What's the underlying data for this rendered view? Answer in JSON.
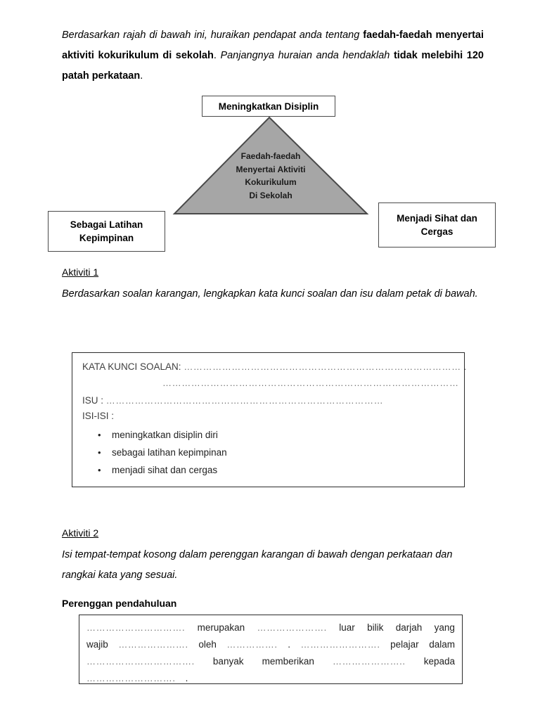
{
  "intro": {
    "part1_italic": "Berdasarkan rajah di bawah ini, huraikan pendapat anda tentang",
    "part2_bold": "faedah-faedah menyertai aktiviti kokurikulum di sekolah",
    "part3_period": ".",
    "part4_italic": "Panjangnya huraian anda hendaklah",
    "part5_bold": "tidak melebihi 120 patah perkataan",
    "part6_period": "."
  },
  "diagram": {
    "center_label": "Faedah-faedah\nMenyertai Aktiviti\nKokurikulum\nDi Sekolah",
    "center_line1": "Faedah-faedah",
    "center_line2": "Menyertai Aktiviti",
    "center_line3": "Kokurikulum",
    "center_line4": "Di Sekolah",
    "box_top": "Meningkatkan Disiplin",
    "box_left_line1": "Sebagai Latihan",
    "box_left_line2": "Kepimpinan",
    "box_right_line1": "Menjadi Sihat dan",
    "box_right_line2": "Cergas",
    "fill_color": "#a6a6a6",
    "stroke_color": "#4a4a4a"
  },
  "activity1": {
    "heading": "Aktiviti 1",
    "instruction": "Berdasarkan soalan karangan, lengkapkan kata kunci soalan dan isu dalam petak di bawah.",
    "box": {
      "kata_kunci_label": "KATA KUNCI SOALAN:",
      "kata_kunci_dots_line1": "…………………………………………………………………………… .",
      "kata_kunci_dots_line2": "…………………………………………………………………………………",
      "isu_label": "ISU :",
      "isu_dots": "……………………………………………………………………………",
      "isi_label": "ISI-ISI :",
      "isi_items": [
        "meningkatkan disiplin diri",
        "sebagai latihan kepimpinan",
        "menjadi sihat dan cergas"
      ]
    }
  },
  "activity2": {
    "heading": "Aktiviti 2",
    "instruction": "Isi tempat-tempat kosong dalam perenggan karangan di bawah dengan perkataan dan rangkai kata yang sesuai.",
    "subheading": "Perenggan pendahuluan",
    "paragraph_rows": [
      {
        "segments": [
          {
            "type": "blank",
            "text": "…………………………."
          },
          {
            "type": "word",
            "text": "merupakan"
          },
          {
            "type": "blank",
            "text": "…………………."
          },
          {
            "type": "word",
            "text": "luar"
          },
          {
            "type": "word",
            "text": "bilik"
          },
          {
            "type": "word",
            "text": "darjah"
          },
          {
            "type": "word",
            "text": "yang"
          }
        ]
      },
      {
        "segments": [
          {
            "type": "word",
            "text": "wajib"
          },
          {
            "type": "blank",
            "text": "…………………."
          },
          {
            "type": "word",
            "text": "oleh"
          },
          {
            "type": "blank",
            "text": "……………."
          },
          {
            "type": "word",
            "text": "."
          },
          {
            "type": "blank",
            "text": "……………………."
          },
          {
            "type": "word",
            "text": "pelajar"
          },
          {
            "type": "word",
            "text": "dalam"
          }
        ]
      },
      {
        "segments": [
          {
            "type": "blank",
            "text": "……………………………."
          },
          {
            "type": "word",
            "text": "banyak"
          },
          {
            "type": "word",
            "text": "memberikan"
          },
          {
            "type": "blank",
            "text": "………………….."
          },
          {
            "type": "word",
            "text": "kepada"
          }
        ]
      },
      {
        "segments": [
          {
            "type": "blank",
            "text": "………………………."
          },
          {
            "type": "word",
            "text": "."
          }
        ]
      }
    ]
  }
}
